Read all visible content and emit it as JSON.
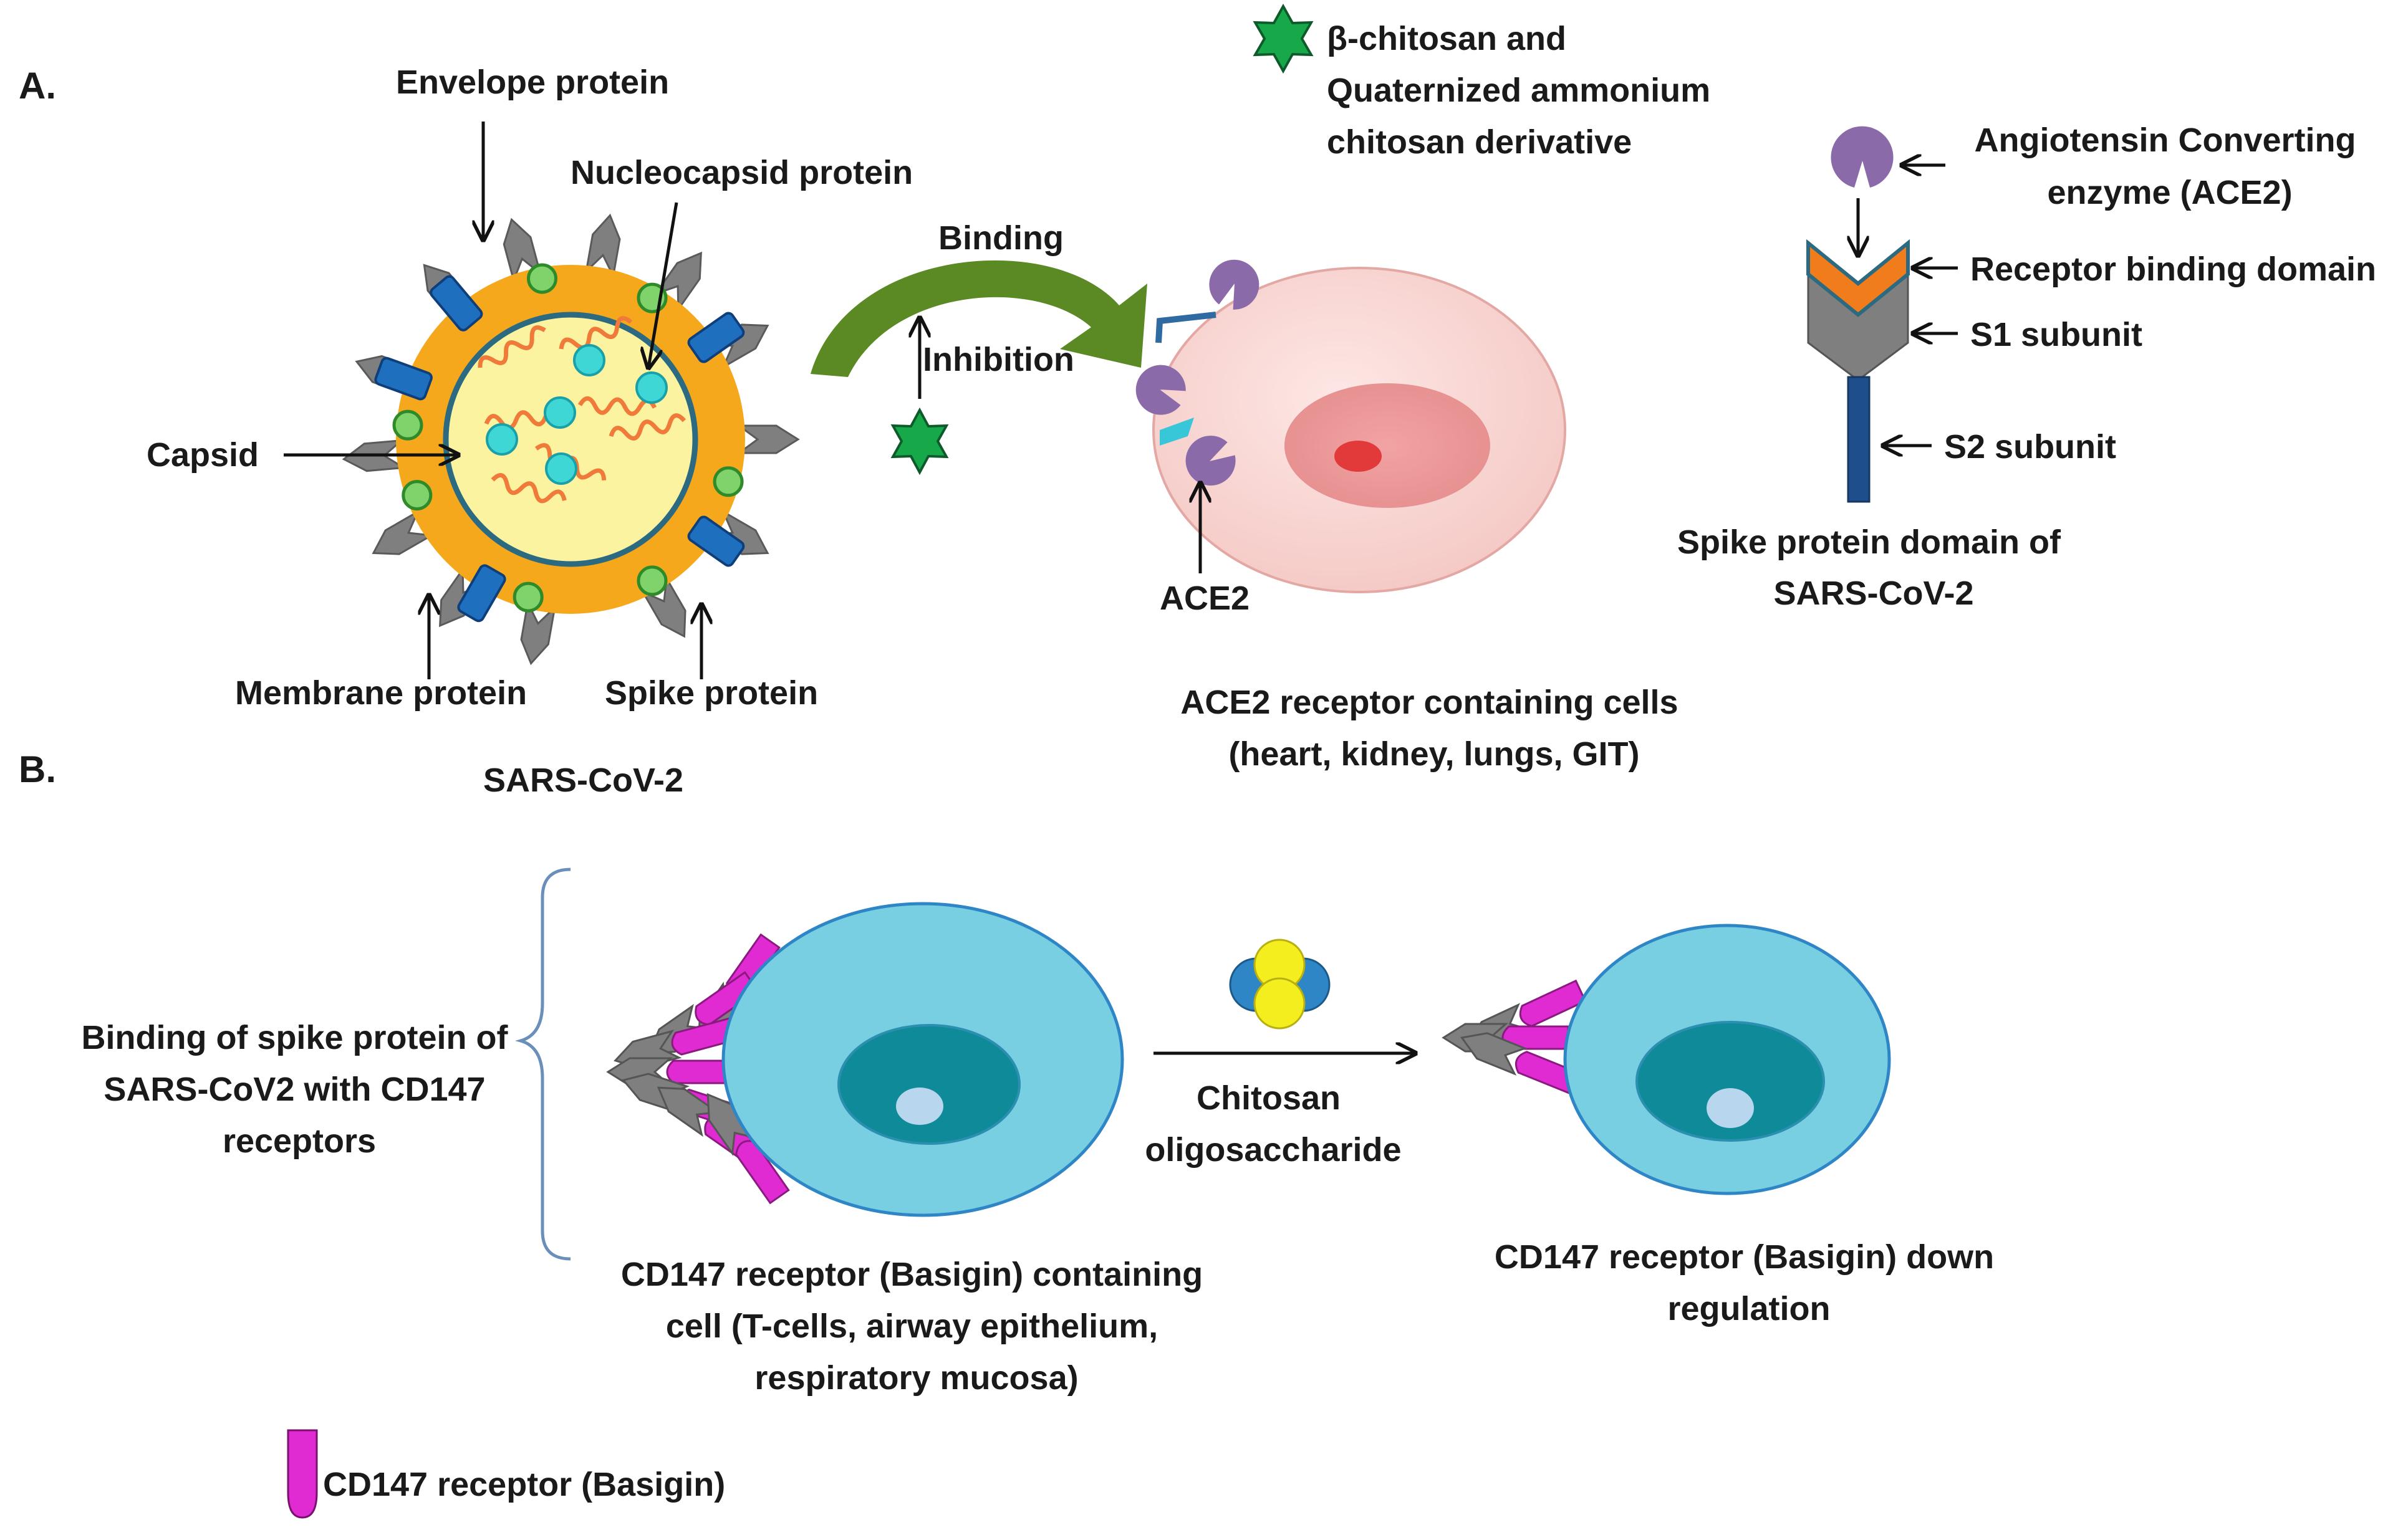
{
  "section_a": {
    "label": "A.",
    "virus": {
      "title": "SARS-CoV-2",
      "envelope_label": "Envelope protein",
      "nucleocapsid_label": "Nucleocapsid protein",
      "capsid_label": "Capsid",
      "membrane_label": "Membrane protein",
      "spike_label": "Spike protein"
    },
    "binding_label": "Binding",
    "inhibition_label": "Inhibition",
    "inhibitor_legend": [
      "β-chitosan and",
      "Quaternized ammonium",
      "chitosan derivative"
    ],
    "ace2_label": "ACE2",
    "ace2_cells_label": [
      "ACE2  receptor containing cells",
      "(heart, kidney, lungs, GIT)"
    ],
    "spike_domain": {
      "ace2_enzyme_label": [
        "Angiotensin Converting",
        "enzyme (ACE2)"
      ],
      "rbd_label": "Receptor binding domain",
      "s1_label": "S1 subunit",
      "s2_label": "S2 subunit",
      "caption": [
        "Spike protein  domain of",
        "SARS-CoV-2"
      ]
    }
  },
  "section_b": {
    "label": "B.",
    "binding_text": [
      "Binding of spike protein of",
      "SARS-CoV2 with CD147",
      "receptors"
    ],
    "cell1_caption": [
      "CD147 receptor (Basigin) containing",
      "cell  (T-cells, airway epithelium,",
      "respiratory mucosa)"
    ],
    "treatment_label": [
      "Chitosan",
      "oligosaccharide"
    ],
    "cell2_caption": [
      "CD147 receptor (Basigin) down",
      "regulation"
    ],
    "legend_label": "CD147 receptor (Basigin)"
  },
  "colors": {
    "virus_envelope": "#f5a81c",
    "virus_core": "#fbf3a0",
    "virus_outline": "#2b6a80",
    "spike_gray": "#7f7f7f",
    "membrane_blue": "#1f6fbf",
    "envelope_green": "#7fd36a",
    "rna_orange": "#f07a3a",
    "nucleocapsid_cyan": "#3fd6d6",
    "binding_arrow": "#5b8a24",
    "inhibitor_star": "#17a84a",
    "ace2_cell": "#f7d3d0",
    "ace2_purple": "#8a6aa8",
    "rbd_orange": "#f07c1c",
    "s2_blue": "#1f4e8c",
    "cd147_cell": "#78cfe1",
    "cd147_nucleus": "#0f8a99",
    "cd147_magenta": "#e02ad2",
    "oligo_blue": "#2f86c6",
    "oligo_yellow": "#f4ee1e"
  }
}
